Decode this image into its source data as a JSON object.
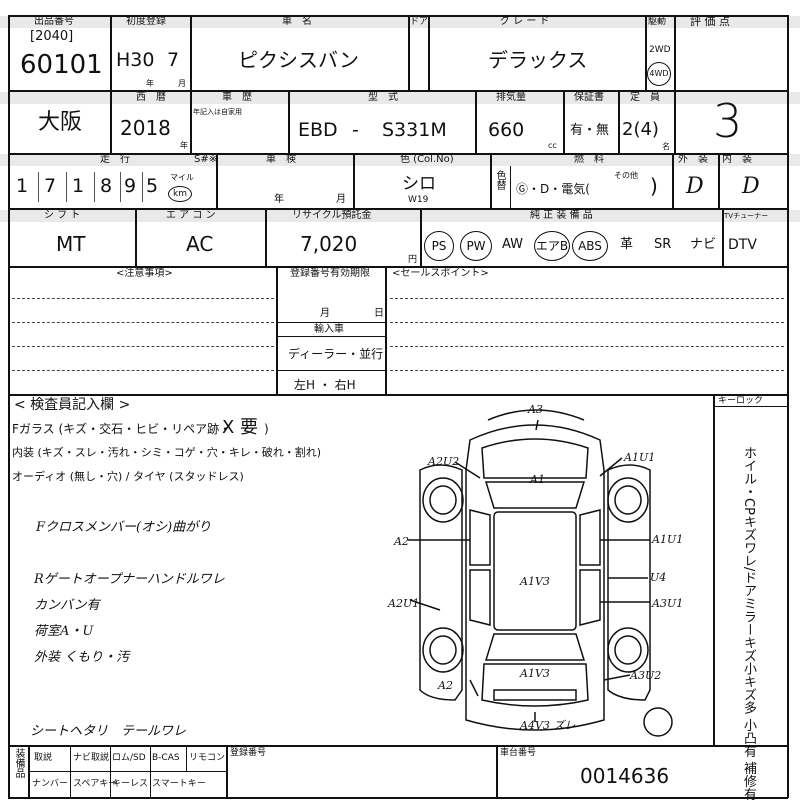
{
  "header": {
    "lane_label": "出品番号",
    "lot_small": "[2040]",
    "lot_number": "60101",
    "first_reg_label": "初度登録",
    "first_reg_era": "H30",
    "first_reg_month": "7",
    "year_unit": "年",
    "month_unit": "月",
    "car_name_label": "車　名",
    "car_name": "ピクシスバン",
    "door_label": "ドア",
    "grade_label": "グ レ ー ド",
    "grade": "デラックス",
    "drive_label": "駆動",
    "drive_2wd": "2WD",
    "drive_4wd": "4WD",
    "score_label": "評 価 点",
    "score": "3"
  },
  "row2": {
    "region": "大阪",
    "seireki_label": "西　暦",
    "seireki": "2018",
    "year_unit": "年",
    "chassis_label": "車　歴",
    "chassis_note": "年記入は自家用",
    "model_label": "型　式",
    "model_prefix": "EBD",
    "model_dash": "-",
    "model_code": "S331M",
    "displacement_label": "排気量",
    "displacement": "660",
    "cc_unit": "cc",
    "warranty_label": "保証書",
    "warranty": "有・無",
    "capacity_label": "定　員",
    "capacity": "2(4)",
    "capacity_unit": "名"
  },
  "row3": {
    "mileage_label": "走　行",
    "mileage_digits": [
      "1",
      "7",
      "1",
      "8",
      "9",
      "5"
    ],
    "mile_unit": "マイル",
    "km_unit": "km",
    "inspection_label": "車　検",
    "s_label": "S#※",
    "ins_year_unit": "年",
    "ins_month_unit": "月",
    "color_label": "色 (Col.No)",
    "color": "シロ",
    "color_code": "W19",
    "color_change_label": "色替",
    "fuel_label": "燃　料",
    "fuel_options": "Ⓖ・D・電気(",
    "fuel_other": "その他",
    "fuel_close": ")",
    "exterior_label": "外　装",
    "interior_label": "内　装",
    "exterior_grade": "D",
    "interior_grade": "D"
  },
  "row4": {
    "shift_label": "シ フ ト",
    "shift": "MT",
    "ac_label": "エ ア コ ン",
    "ac": "AC",
    "recycle_label": "リサイクル預託金",
    "recycle": "7,020",
    "yen_unit": "円",
    "equipment_label": "純 正 装 備 品",
    "tuner_label": "TVチューナー",
    "equipment": [
      "PS",
      "PW",
      "AW",
      "エアB",
      "ABS",
      "革",
      "SR",
      "ナビ",
      "DTV"
    ]
  },
  "notes": {
    "caution_label": "<注意事項>",
    "reg_expiry_label": "登録番号有効期限",
    "month_unit": "月",
    "day_unit": "日",
    "import_label": "輸入車",
    "import_value": "ディーラー・並行",
    "steering_value": "左H ・ 右H",
    "sales_point_label": "<セールスポイント>"
  },
  "inspector": {
    "title": "< 検査員記入欄 >",
    "glass_line": "Fガラス (キズ・交石・ヒビ・リペア跡・",
    "glass_mark": "X 要",
    "glass_close": ")",
    "interior_line": "内装 (キズ・スレ・汚れ・シミ・コゲ・穴・キレ・破れ・割れ)",
    "audio_line": "オーディオ (無し・穴) / タイヤ (スタッドレス)",
    "hand_notes": [
      "Fクロスメンバー(オシ)曲がり",
      "Rゲートオープナーハンドルワレ",
      "カンバン有",
      "荷室A・U",
      "外装 くもり・汚",
      "シートヘタリ　テールワレ"
    ],
    "key_lock_label": "キーロック",
    "side_text": "ホイル・CPキズワレ/ドアミラーキズ小キズ多 小凸有 補修有"
  },
  "diagram": {
    "marks": [
      {
        "text": "A3"
      },
      {
        "text": "A2U2"
      },
      {
        "text": "A1U1"
      },
      {
        "text": "A1"
      },
      {
        "text": "A2"
      },
      {
        "text": "A1U1"
      },
      {
        "text": "A1V3"
      },
      {
        "text": "U4"
      },
      {
        "text": "A2U1"
      },
      {
        "text": "A3U1"
      },
      {
        "text": "A1V3"
      },
      {
        "text": "A2"
      },
      {
        "text": "A3U2"
      },
      {
        "text": "A4V3 ズレ"
      }
    ]
  },
  "footer": {
    "equip_label": "装備品",
    "items_row1": [
      "取説",
      "ナビ取説",
      "ロム/SD",
      "B-CAS",
      "リモコン"
    ],
    "items_row2": [
      "ナンバー",
      "スペアキー",
      "キーレス",
      "スマートキー"
    ],
    "reg_number_label": "登録番号",
    "frame_label": "車台番号",
    "frame_number": "0014636"
  }
}
